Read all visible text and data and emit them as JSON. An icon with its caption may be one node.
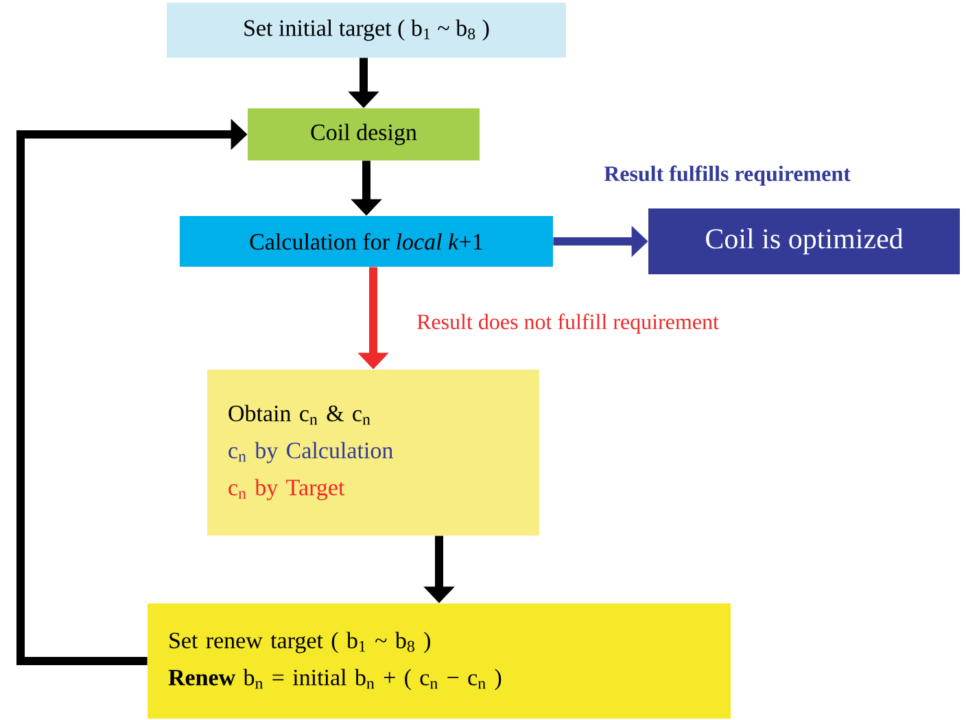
{
  "diagram": {
    "nodes": [
      {
        "text": [
          "Set initial target ( b$_{1}$ ~ b$_{8}$ )"
        ]
      },
      {
        "text": [
          "Coil design"
        ]
      },
      {
        "text": [
          "Calculation for *local k*+1"
        ]
      },
      {
        "text": [
          "Coil is optimized"
        ]
      },
      {
        "text": [
          "Obtain c$_{n}$ & c$_{n}$",
          "c$_{n}$ by Calculation",
          "c$_{n}$ by Target"
        ]
      },
      {
        "text": [
          "Set renew target ( b$_{1}$ ~ b$_{8}$ )",
          "**Renew** b$_{n}$ = initial b$_{n}$ + ( c$_{n}$ − c$_{n}$ )"
        ]
      }
    ],
    "edges": [
      {
        "from": 0,
        "to": 1,
        "arrow": "to"
      },
      {
        "from": 1,
        "to": 2,
        "arrow": "to"
      },
      {
        "from": 2,
        "to": 3,
        "arrow": "to",
        "label": "Result fulfills requirement",
        "color": "#333b96"
      },
      {
        "from": 2,
        "to": 4,
        "arrow": "to",
        "label": "Result does not fulfill requirement",
        "color": "#ee2a2a"
      },
      {
        "from": 4,
        "to": 5,
        "arrow": "to"
      },
      {
        "from": 5,
        "to": 1,
        "arrow": "to"
      }
    ]
  }
}
